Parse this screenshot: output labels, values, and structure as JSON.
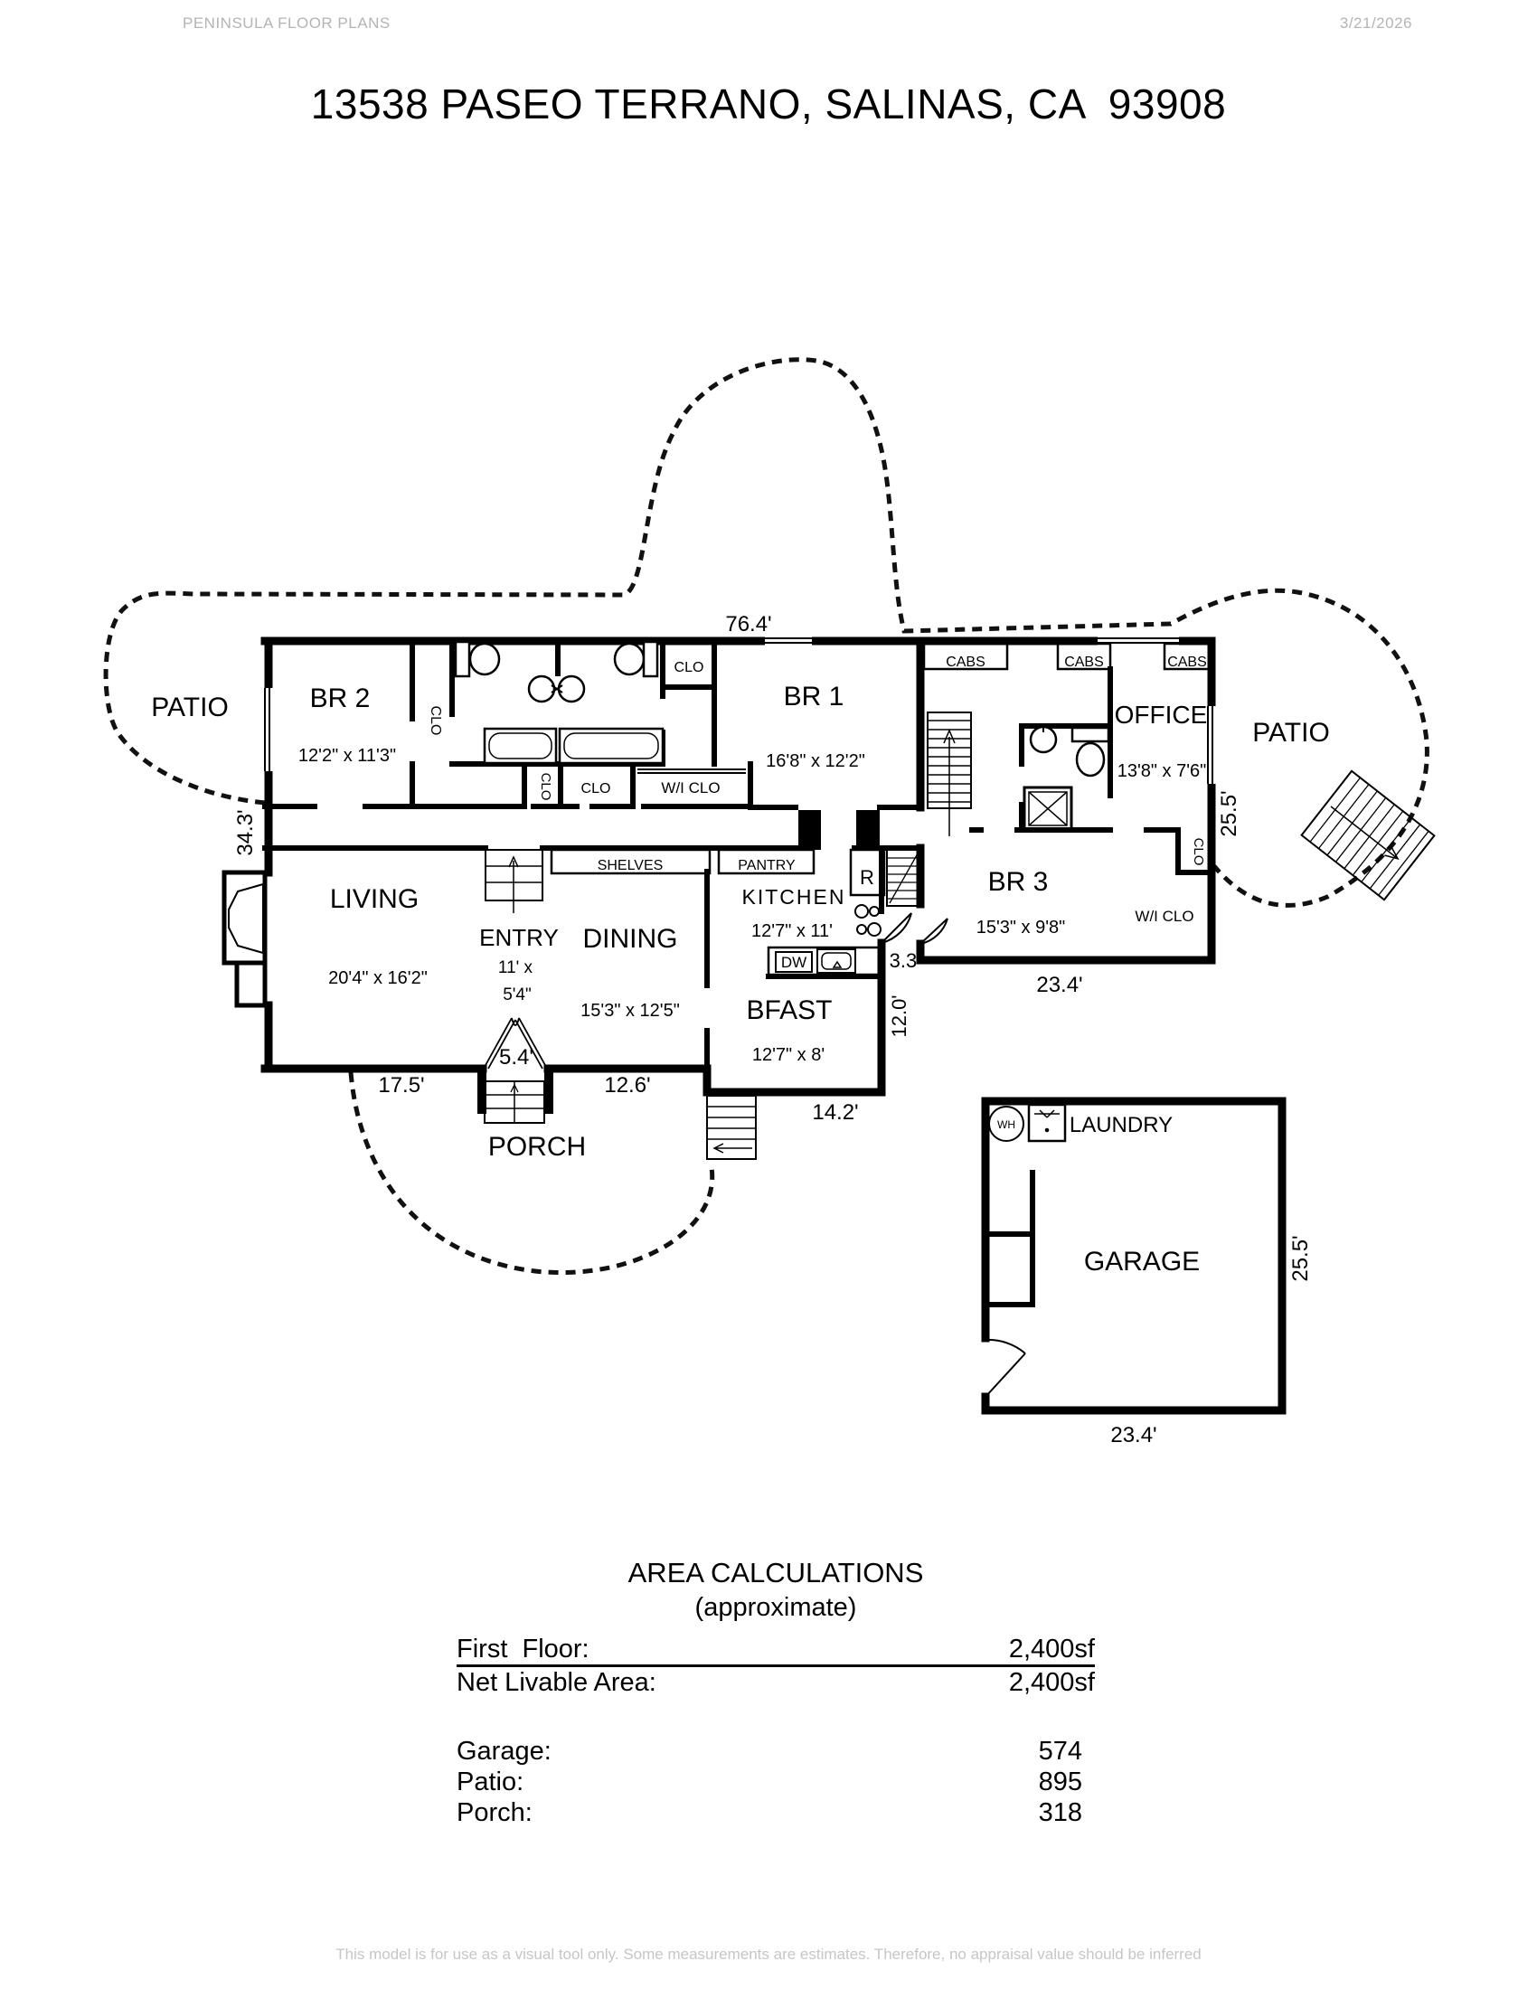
{
  "header": {
    "brand": "PENINSULA FLOOR PLANS",
    "date": "3/21/2026"
  },
  "title": "13538 PASEO TERRANO, SALINAS, CA  93908",
  "plan": {
    "patio_label": "PATIO",
    "porch_label": "PORCH",
    "rooms": {
      "br2": {
        "name": "BR 2",
        "size": "12'2\" x 11'3\""
      },
      "br1": {
        "name": "BR 1",
        "size": "16'8\" x 12'2\""
      },
      "br3": {
        "name": "BR 3",
        "size": "15'3\" x 9'8\""
      },
      "office": {
        "name": "OFFICE",
        "size": "13'8\" x 7'6\""
      },
      "living": {
        "name": "LIVING",
        "size": "20'4\" x 16'2\""
      },
      "entry": {
        "name": "ENTRY",
        "size_line1": "11' x",
        "size_line2": "5'4\""
      },
      "dining": {
        "name": "DINING",
        "size": "15'3\" x 12'5\""
      },
      "kitchen": {
        "name": "KITCHEN",
        "size": "12'7\" x 11'"
      },
      "bfast": {
        "name": "BFAST",
        "size": "12'7\" x 8'"
      },
      "garage": {
        "name": "GARAGE"
      },
      "laundry": {
        "name": "LAUNDRY"
      }
    },
    "fixtures": {
      "clo": "CLO",
      "wi_clo": "W/I CLO",
      "cabs": "CABS",
      "shelves": "SHELVES",
      "pantry": "PANTRY",
      "dw": "DW",
      "refrigerator": "R",
      "water_heater": "WH"
    },
    "dimensions": {
      "top": "76.4'",
      "left": "34.3'",
      "right": "25.5'",
      "living": "17.5'",
      "entry": "5.4'",
      "dining": "12.6'",
      "bfast": "14.2'",
      "kitchen_nook": "3.3'",
      "bfast_side": "12.0'",
      "br3": "23.4'",
      "garage_width": "23.4'",
      "garage_depth": "25.5'"
    }
  },
  "area_calculations": {
    "title": "AREA CALCULATIONS",
    "subtitle": "(approximate)",
    "rows": [
      {
        "label": "First  Floor:",
        "value": "2,400sf"
      },
      {
        "label": "Net Livable Area:",
        "value": "2,400sf"
      }
    ],
    "rows2": [
      {
        "label": "Garage:",
        "value": "574"
      },
      {
        "label": "Patio:",
        "value": "895"
      },
      {
        "label": "Porch:",
        "value": "318"
      }
    ]
  },
  "footer": "This model is for use as a visual tool only. Some measurements are estimates. Therefore, no appraisal value should be inferred"
}
